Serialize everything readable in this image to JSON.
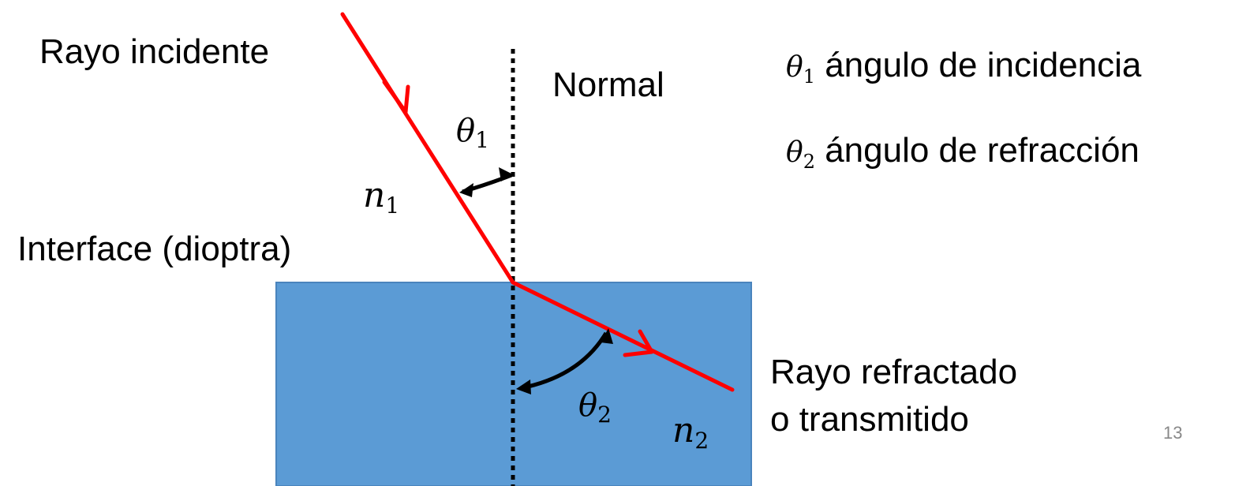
{
  "colors": {
    "medium_fill": "#5b9bd5",
    "medium_edge": "#4a84bd",
    "ray": "#ff0000",
    "normal_line": "#000000",
    "angle_arc": "#000000"
  },
  "labels": {
    "incident_ray": "Rayo incidente",
    "normal": "Normal",
    "interface": "Interface (dioptra)",
    "refracted_ray_line1": "Rayo refractado",
    "refracted_ray_line2": "o transmitido",
    "theta1": {
      "symbol": "θ",
      "sub": "1"
    },
    "theta2": {
      "symbol": "θ",
      "sub": "2"
    },
    "n1": {
      "symbol": "n",
      "sub": "1"
    },
    "n2": {
      "symbol": "n",
      "sub": "2"
    }
  },
  "definitions": [
    {
      "symbol": "θ",
      "sub": "1",
      "text": " ángulo de incidencia"
    },
    {
      "symbol": "θ",
      "sub": "2",
      "text": " ángulo de refracción"
    }
  ],
  "page_number": "13"
}
